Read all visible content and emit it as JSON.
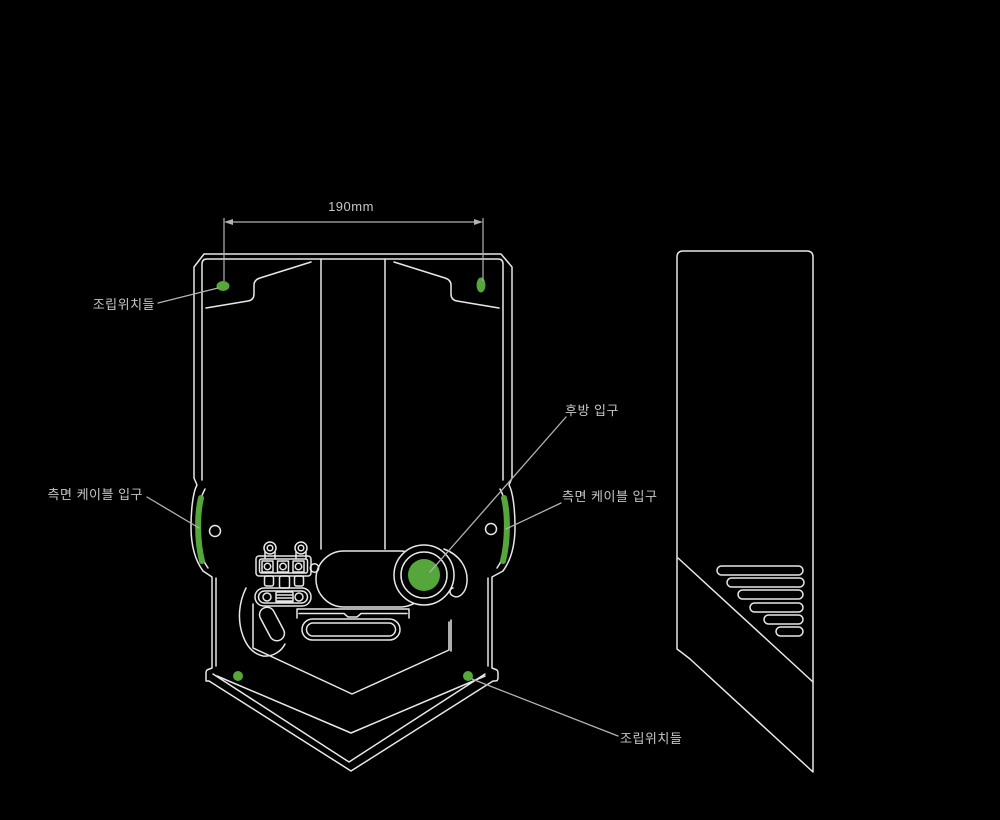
{
  "labels": {
    "dimension": "190mm",
    "assembly_positions_top": "조립위치들",
    "side_cable_entry_left": "측면 케이블 입구",
    "rear_entry": "후방 입구",
    "side_cable_entry_right": "측면 케이블 입구",
    "assembly_positions_bottom": "조립위치들"
  },
  "colors": {
    "background": "#000000",
    "outline": "#e8e8e8",
    "leader_line": "#b2b2b2",
    "label_text": "#c6c6c6",
    "highlight_green": "#55a73c"
  },
  "markers": {
    "top_left": "mounting-screw-marker",
    "top_right": "mounting-screw-marker",
    "bottom_left": "mounting-screw-marker",
    "bottom_right": "mounting-screw-marker",
    "center": "rear-cable-entry-marker",
    "left_side": "side-cable-entry-marker",
    "right_side": "side-cable-entry-marker"
  }
}
